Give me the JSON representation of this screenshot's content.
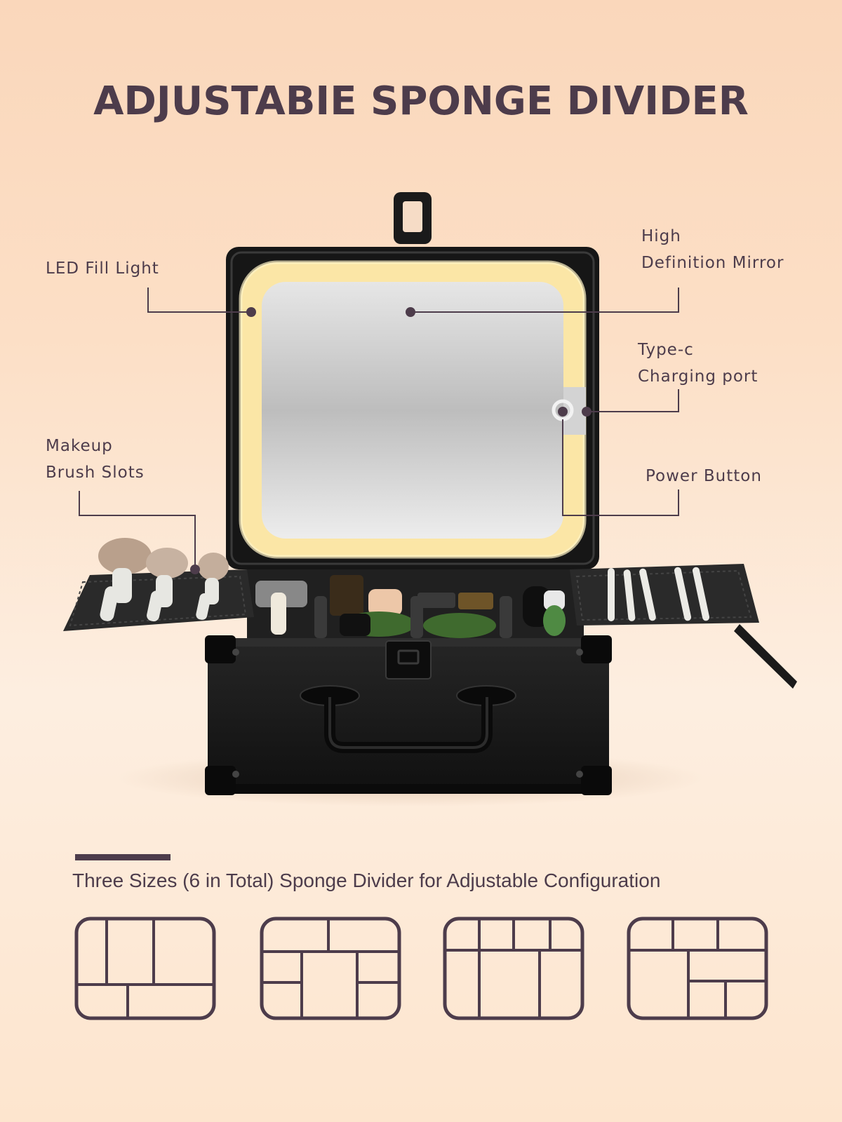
{
  "title": "ADJUSTABIE SPONGE DIVIDER",
  "callouts": {
    "led_fill_light": "LED Fill Light",
    "mirror": [
      "High",
      "Definition Mirror"
    ],
    "type_c": [
      "Type-c",
      "Charging port"
    ],
    "power_button": "Power Button",
    "brush_slots": [
      "Makeup",
      "Brush Slots"
    ]
  },
  "subtitle": "Three Sizes (6 in Total) Sponge Divider for Adjustable Configuration",
  "divider_layout_count": 4,
  "colors": {
    "text": "#4d3c4b",
    "case": "#151515",
    "led_light": "#fbe6a6",
    "mirror": "#cfcfcf"
  }
}
